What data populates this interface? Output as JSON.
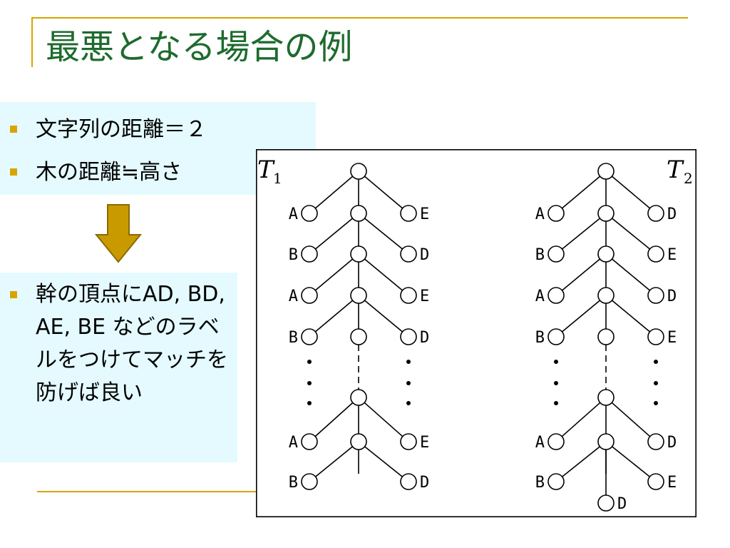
{
  "slide": {
    "title": "最悪となる場合の例",
    "bullets_top": [
      "文字列の距離＝２",
      "木の距離≒高さ"
    ],
    "bullets_bottom": [
      "幹の頂点にAD, BD, AE, BE などのラベルをつけてマッチを防げば良い"
    ]
  },
  "colors": {
    "title": "#1e6b2e",
    "accent": "#d9a400",
    "box_bg": "#e4fafe",
    "arrow": "#c99a00"
  },
  "diagram": {
    "trees": [
      {
        "name": "T",
        "subscript": "1",
        "rows": [
          {
            "left": "A",
            "right": "E"
          },
          {
            "left": "B",
            "right": "D"
          },
          {
            "left": "A",
            "right": "E"
          },
          {
            "left": "B",
            "right": "D"
          },
          {
            "left": "A",
            "right": "E"
          },
          {
            "left": "B",
            "right": "D"
          }
        ],
        "bottom": ""
      },
      {
        "name": "T",
        "subscript": "2",
        "rows": [
          {
            "left": "A",
            "right": "D"
          },
          {
            "left": "B",
            "right": "E"
          },
          {
            "left": "A",
            "right": "D"
          },
          {
            "left": "B",
            "right": "E"
          },
          {
            "left": "A",
            "right": "D"
          },
          {
            "left": "B",
            "right": "E"
          }
        ],
        "bottom": "D"
      }
    ]
  }
}
